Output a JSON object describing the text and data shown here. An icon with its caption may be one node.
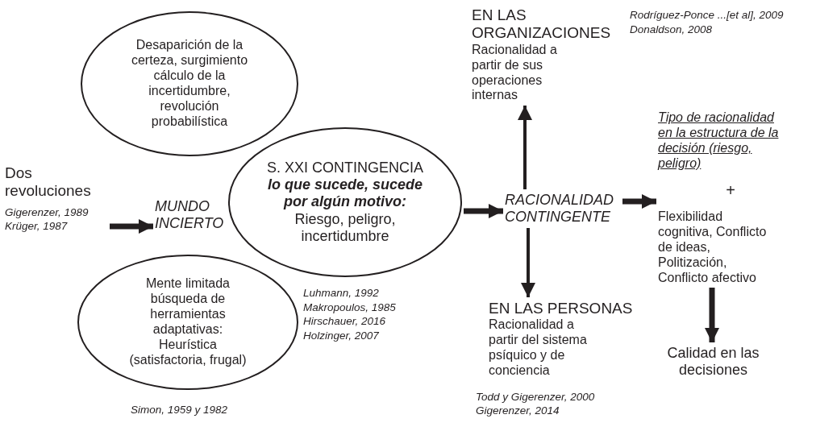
{
  "diagram": {
    "nodes": [
      {
        "text": [
          "Dos revoluciones"
        ],
        "beside": [
          "Gigerenzer, 1989",
          "Krüger, 1987"
        ]
      },
      {
        "text": [
          "MUNDO INCIERTO"
        ]
      },
      {
        "text": [
          "Desaparición de la certeza, surgimiento cálculo de la incertidumbre, revolución probabilística"
        ]
      },
      {
        "text": [
          "S. XXI CONTINGENCIA",
          "lo que sucede, sucede por algún motivo:",
          "Riesgo, peligro, incertidumbre"
        ],
        "beside": [
          "Luhmann, 1992",
          "Makropoulos, 1985",
          "Hirschauer, 2016",
          "Holzinger, 2007"
        ]
      },
      {
        "text": [
          "Mente limitada búsqueda de herramientas adaptativas: Heurística (satisfactoria, frugal)"
        ],
        "beside": [
          "Simon, 1959 y 1982"
        ]
      },
      {
        "text": [
          "RACIONALIDAD CONTINGENTE"
        ]
      },
      {
        "text": [
          "EN LAS ORGANIZACIONES",
          "Racionalidad a partir de sus operaciones internas"
        ],
        "beside": [
          "Rodríguez-Ponce ...[et al], 2009",
          "Donaldson, 2008"
        ]
      },
      {
        "text": [
          "EN LAS PERSONAS",
          "Racionalidad a partir del sistema psíquico y de conciencia"
        ],
        "beside": [
          "Todd y Gigerenzer, 2000",
          "Gigerenzer, 2014"
        ]
      },
      {
        "text": [
          "Tipo de racionalidad en la estructura de la decisión (riesgo, peligro)",
          "+",
          "Flexibilidad cognitiva, Conflicto de ideas, Politización, Conflicto afectivo"
        ]
      },
      {
        "text": [
          "Calidad en las decisiones"
        ]
      }
    ],
    "edges": [
      {
        "from": 0,
        "to": 1,
        "arrow": "to"
      },
      {
        "from": 3,
        "to": 5,
        "arrow": "to"
      },
      {
        "from": 5,
        "to": 6,
        "arrow": "to"
      },
      {
        "from": 5,
        "to": 7,
        "arrow": "to"
      },
      {
        "from": 5,
        "to": 8,
        "arrow": "to"
      },
      {
        "from": 8,
        "to": 9,
        "arrow": "to"
      }
    ]
  }
}
